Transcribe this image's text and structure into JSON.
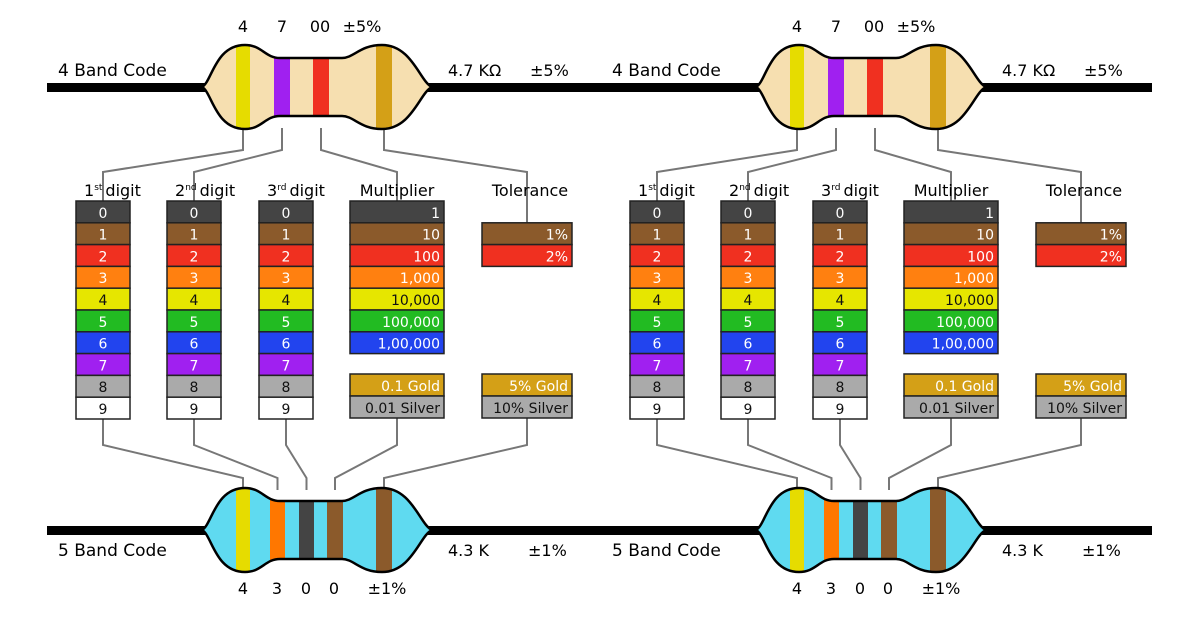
{
  "panels": [
    {
      "top": {
        "label": "4 Band Code",
        "value": "4.7 KΩ",
        "tolerance": "±5%",
        "band_labels": [
          "4",
          "7",
          "00",
          "±5%"
        ],
        "band_colors": [
          "#e6dc00",
          "#a020f0",
          "#f03020",
          "#d4a017"
        ],
        "body_color": "#f6dfb0"
      },
      "bottom": {
        "label": "5 Band Code",
        "value": "4.3 K",
        "tolerance": "±1%",
        "band_labels": [
          "4",
          "3",
          "0",
          "0",
          "±1%"
        ],
        "band_colors": [
          "#e6dc00",
          "#ff7700",
          "#444444",
          "#8b5a2b",
          "#8b5a2b"
        ],
        "body_color": "#5fdaf0"
      }
    },
    {
      "top": {
        "label": "4 Band Code",
        "value": "4.7 KΩ",
        "tolerance": "±5%",
        "band_labels": [
          "4",
          "7",
          "00",
          "±5%"
        ],
        "band_colors": [
          "#e6dc00",
          "#a020f0",
          "#f03020",
          "#d4a017"
        ],
        "body_color": "#f6dfb0"
      },
      "bottom": {
        "label": "5 Band Code",
        "value": "4.3 K",
        "tolerance": "±1%",
        "band_labels": [
          "4",
          "3",
          "0",
          "0",
          "±1%"
        ],
        "band_colors": [
          "#e6dc00",
          "#ff7700",
          "#444444",
          "#8b5a2b",
          "#8b5a2b"
        ],
        "body_color": "#5fdaf0"
      }
    }
  ],
  "headers": {
    "digit1": {
      "sup": "st",
      "pre": "1",
      "post": "digit"
    },
    "digit2": {
      "sup": "nd",
      "pre": "2",
      "post": "digit"
    },
    "digit3": {
      "sup": "rd",
      "pre": "3",
      "post": "digit"
    },
    "multiplier": "Multiplier",
    "tolerance": "Tolerance"
  },
  "colors": [
    "#444444",
    "#8b5a2b",
    "#f03020",
    "#ff8010",
    "#e6e600",
    "#22bb22",
    "#2244ee",
    "#a020f0",
    "#aaaaaa",
    "#ffffff"
  ],
  "digits": [
    "0",
    "1",
    "2",
    "3",
    "4",
    "5",
    "6",
    "7",
    "8",
    "9"
  ],
  "multipliers": [
    "1",
    "10",
    "100",
    "1,000",
    "10,000",
    "100,000",
    "1,00,000"
  ],
  "multiplier_extra": [
    {
      "label": "0.1 Gold",
      "color": "#d4a017"
    },
    {
      "label": "0.01 Silver",
      "color": "#aaaaaa"
    }
  ],
  "tolerances": [
    {
      "label": "1%",
      "color": "#8b5a2b"
    },
    {
      "label": "2%",
      "color": "#f03020"
    }
  ],
  "tolerance_extra": [
    {
      "label": "5% Gold",
      "color": "#d4a017"
    },
    {
      "label": "10% Silver",
      "color": "#aaaaaa"
    }
  ]
}
